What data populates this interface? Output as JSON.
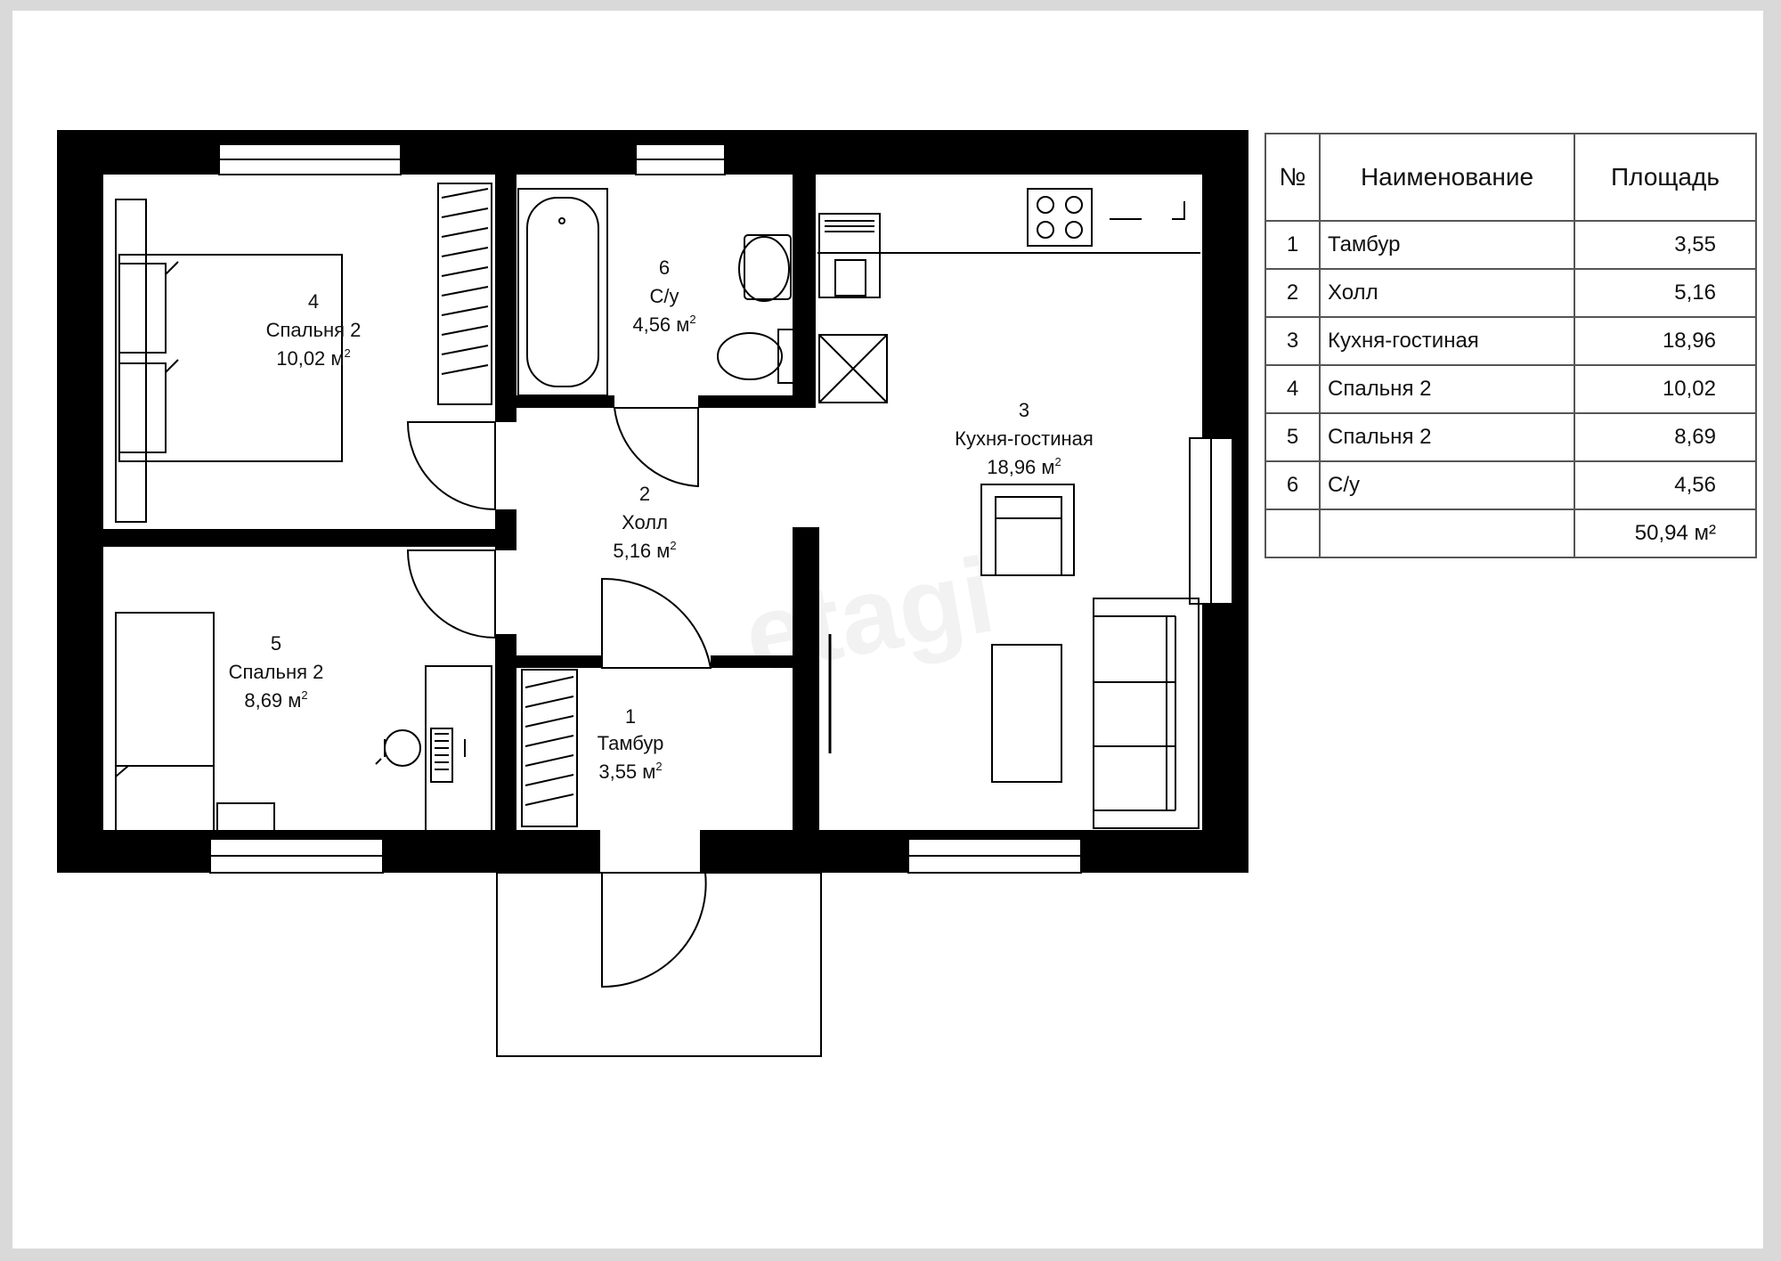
{
  "rooms": [
    {
      "num": "1",
      "name": "Тамбур",
      "area": "3,55 м",
      "sup": "2"
    },
    {
      "num": "2",
      "name": "Холл",
      "area": "5,16 м",
      "sup": "2"
    },
    {
      "num": "3",
      "name": "Кухня-гостиная",
      "area": "18,96 м",
      "sup": "2"
    },
    {
      "num": "4",
      "name": "Спальня 2",
      "area": "10,02 м",
      "sup": "2"
    },
    {
      "num": "5",
      "name": "Спальня 2",
      "area": "8,69 м",
      "sup": "2"
    },
    {
      "num": "6",
      "name": "С/у",
      "area": "4,56 м",
      "sup": "2"
    }
  ],
  "table": {
    "headers": {
      "num": "№",
      "name": "Наименование",
      "area": "Площадь"
    },
    "rows": [
      {
        "num": "1",
        "name": "Тамбур",
        "area": "3,55"
      },
      {
        "num": "2",
        "name": "Холл",
        "area": "5,16"
      },
      {
        "num": "3",
        "name": "Кухня-гостиная",
        "area": "18,96"
      },
      {
        "num": "4",
        "name": "Спальня 2",
        "area": "10,02"
      },
      {
        "num": "5",
        "name": "Спальня 2",
        "area": "8,69"
      },
      {
        "num": "6",
        "name": "С/у",
        "area": "4,56"
      }
    ],
    "total": "50,94 м²"
  },
  "watermark": "etagi"
}
